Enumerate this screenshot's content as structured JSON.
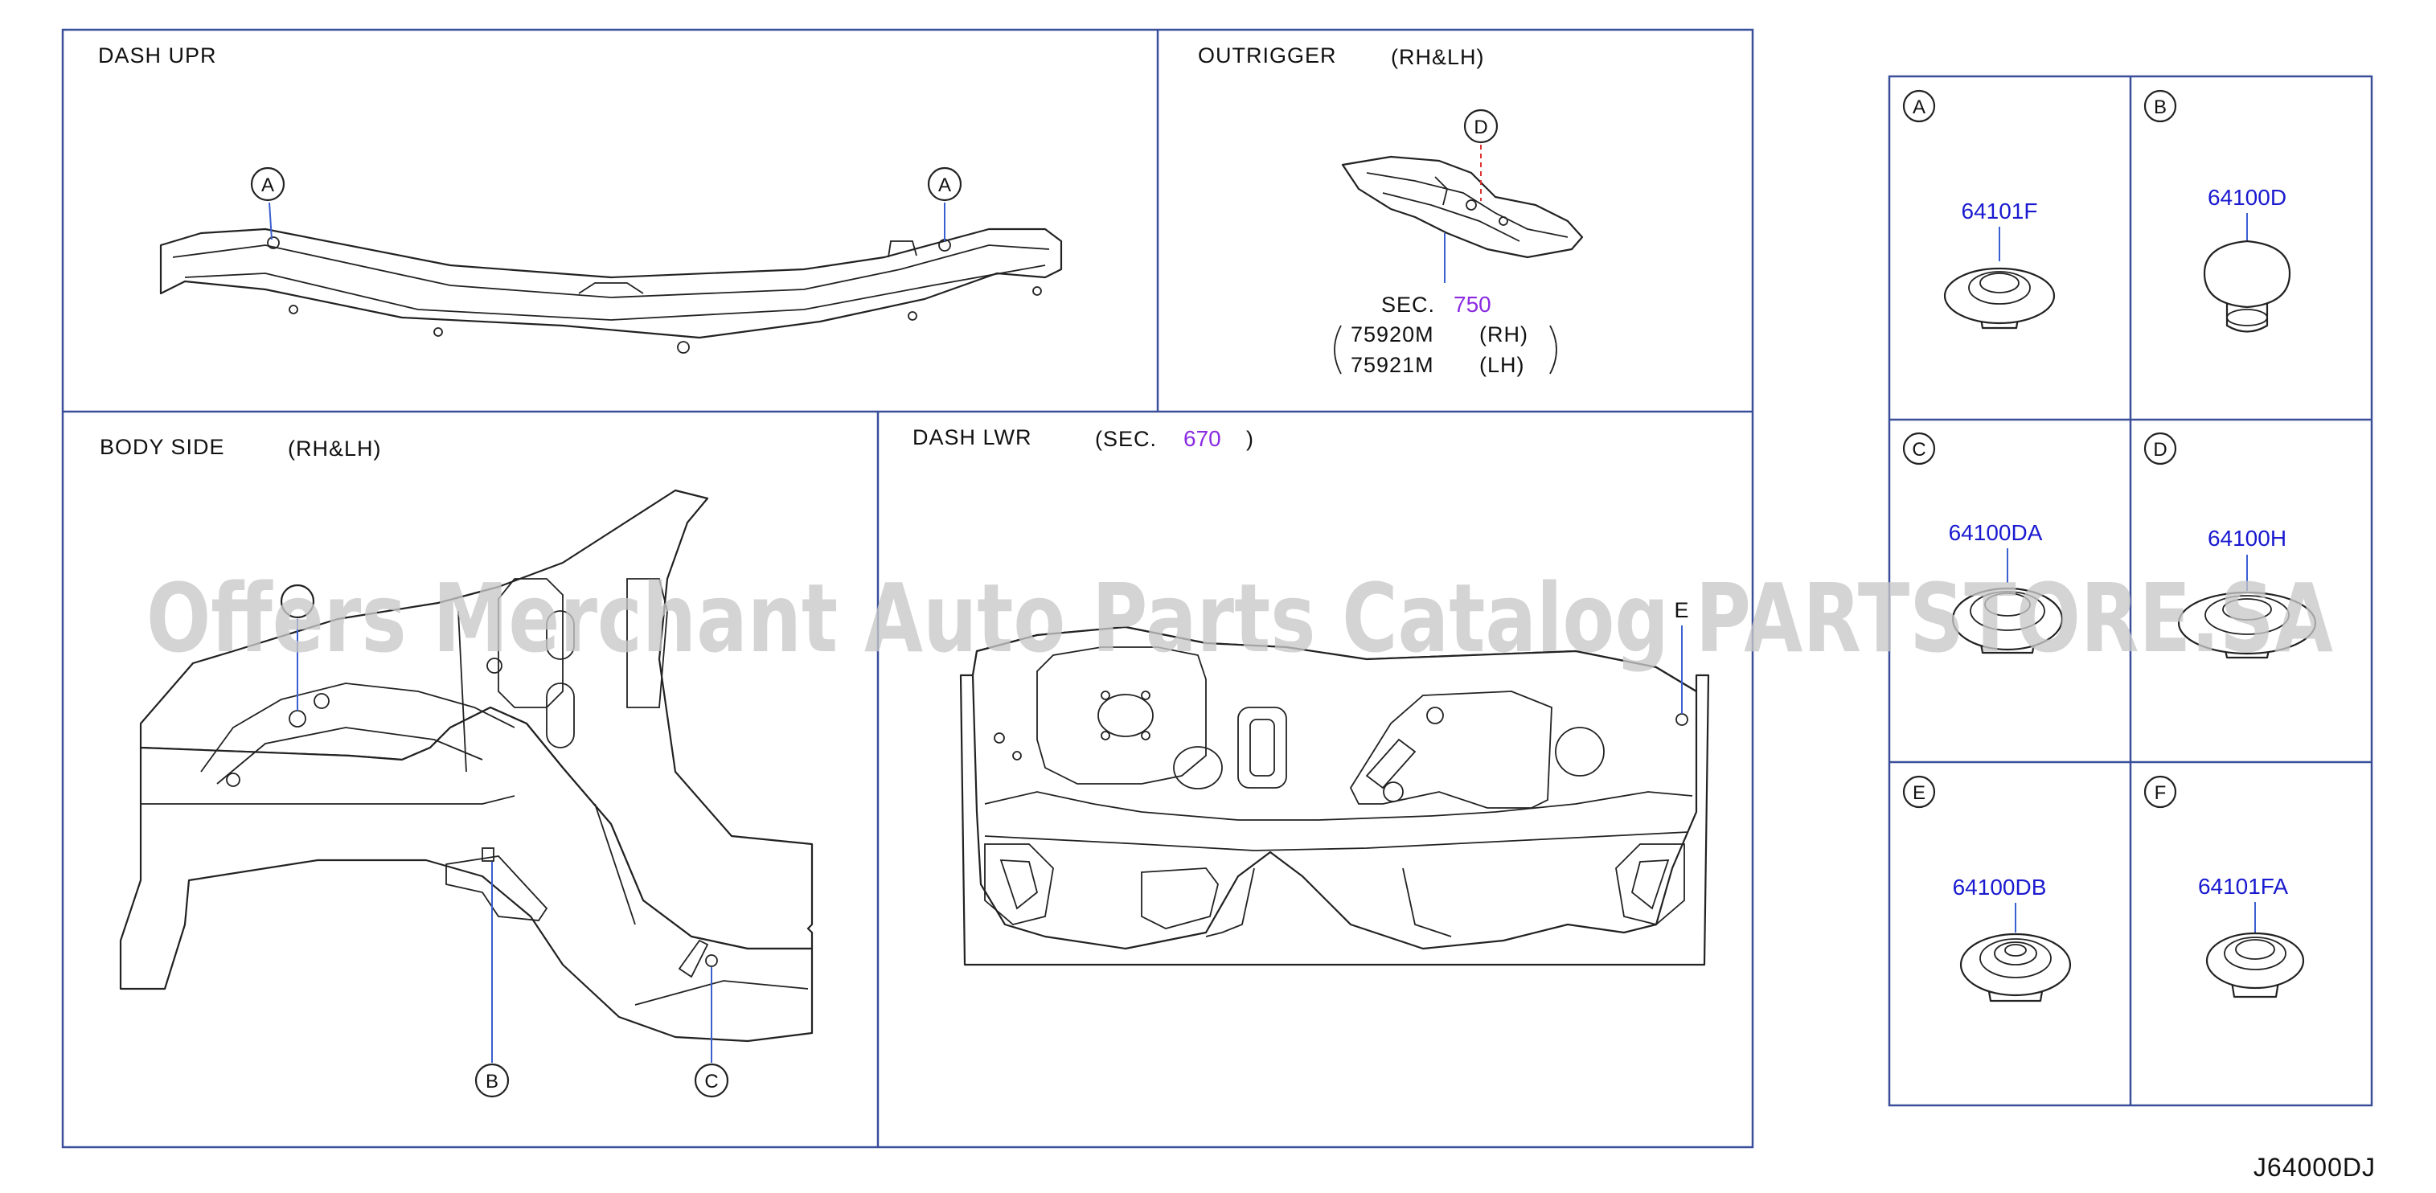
{
  "watermark": "Offers Merchant Auto Parts Catalog PARTSTORE.SA",
  "diagram_id": "J64000DJ",
  "panels": {
    "dash_upr": {
      "title": "DASH   UPR",
      "callouts": [
        "A",
        "A"
      ]
    },
    "outrigger": {
      "title": "OUTRIGGER",
      "qualifier": "(RH&LH)",
      "callout": "D",
      "sec_prefix": "SEC.",
      "sec_number": "750",
      "parts": [
        {
          "number": "75920M",
          "side": "(RH)"
        },
        {
          "number": "75921M",
          "side": "(LH)"
        }
      ]
    },
    "body_side": {
      "title": "BODY   SIDE",
      "qualifier": "(RH&LH)",
      "callouts": [
        "B",
        "C"
      ]
    },
    "dash_lwr": {
      "title": "DASH   LWR",
      "sec_open": "(SEC.",
      "sec_number": "670",
      "sec_close": ")",
      "callout": "E"
    }
  },
  "legend": [
    {
      "letter": "A",
      "part": "64101F"
    },
    {
      "letter": "B",
      "part": "64100D"
    },
    {
      "letter": "C",
      "part": "64100DA"
    },
    {
      "letter": "D",
      "part": "64100H"
    },
    {
      "letter": "E",
      "part": "64100DB"
    },
    {
      "letter": "F",
      "part": "64101FA"
    }
  ],
  "colors": {
    "frame": "#3a4f9a",
    "part_number": "#1a1ad0",
    "section_number": "#8a2be2",
    "leader": "#3a5fd0"
  }
}
